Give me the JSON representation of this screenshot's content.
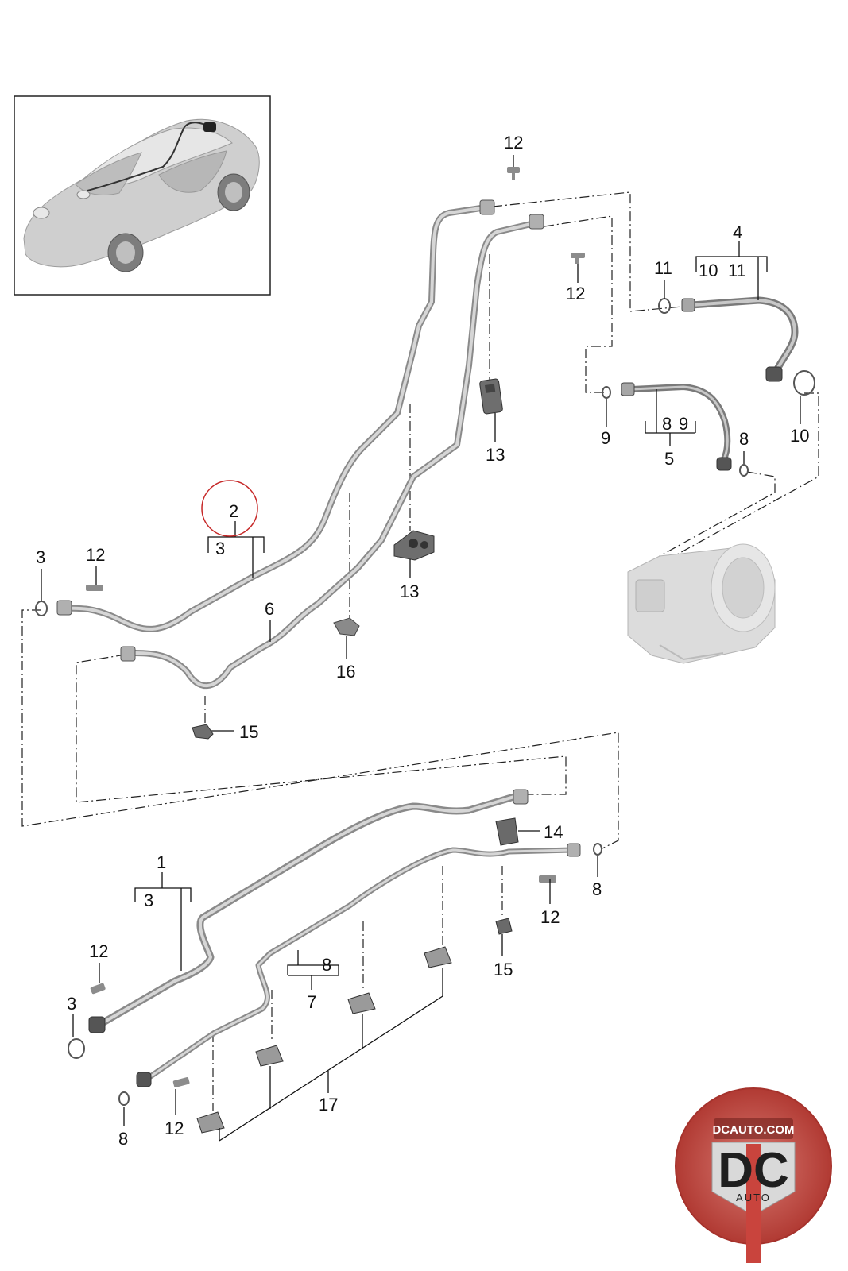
{
  "diagram": {
    "callouts": [
      {
        "id": "c12a",
        "text": "12"
      },
      {
        "id": "c4",
        "text": "4"
      },
      {
        "id": "c10a",
        "text": "10"
      },
      {
        "id": "c11a",
        "text": "11"
      },
      {
        "id": "c11b",
        "text": "11"
      },
      {
        "id": "c12b",
        "text": "12"
      },
      {
        "id": "c9a",
        "text": "9"
      },
      {
        "id": "c8a",
        "text": "8"
      },
      {
        "id": "c9b",
        "text": "9"
      },
      {
        "id": "c5",
        "text": "5"
      },
      {
        "id": "c8b",
        "text": "8"
      },
      {
        "id": "c10b",
        "text": "10"
      },
      {
        "id": "c13a",
        "text": "13"
      },
      {
        "id": "c13b",
        "text": "13"
      },
      {
        "id": "c2",
        "text": "2"
      },
      {
        "id": "c3a",
        "text": "3"
      },
      {
        "id": "c3b",
        "text": "3"
      },
      {
        "id": "c12c",
        "text": "12"
      },
      {
        "id": "c6",
        "text": "6"
      },
      {
        "id": "c16",
        "text": "16"
      },
      {
        "id": "c15a",
        "text": "15"
      },
      {
        "id": "c14",
        "text": "14"
      },
      {
        "id": "c8c",
        "text": "8"
      },
      {
        "id": "c12d",
        "text": "12"
      },
      {
        "id": "c1",
        "text": "1"
      },
      {
        "id": "c3c",
        "text": "3"
      },
      {
        "id": "c12e",
        "text": "12"
      },
      {
        "id": "c3d",
        "text": "3"
      },
      {
        "id": "c15b",
        "text": "15"
      },
      {
        "id": "c8d",
        "text": "8"
      },
      {
        "id": "c7",
        "text": "7"
      },
      {
        "id": "c17",
        "text": "17"
      },
      {
        "id": "c8e",
        "text": "8"
      },
      {
        "id": "c12f",
        "text": "12"
      }
    ],
    "highlight": {
      "callout": "2",
      "color": "#c62828"
    }
  },
  "watermark": {
    "top_text": "DCAUTO.COM",
    "main_text": "DC",
    "bottom_text": "AUTO",
    "colors": {
      "red": "#c9443d",
      "dark": "#1f1f1f",
      "silver": "#d9d9d9"
    }
  },
  "colors": {
    "line": "#111111",
    "pipe": "#9a9a9a",
    "pipe_light": "#d4d4d4",
    "part": "#8c8c8c"
  },
  "icons": [
    "car-icon",
    "compressor-icon",
    "clip-icon",
    "bolt-icon",
    "o-ring-icon",
    "bracket-icon"
  ]
}
